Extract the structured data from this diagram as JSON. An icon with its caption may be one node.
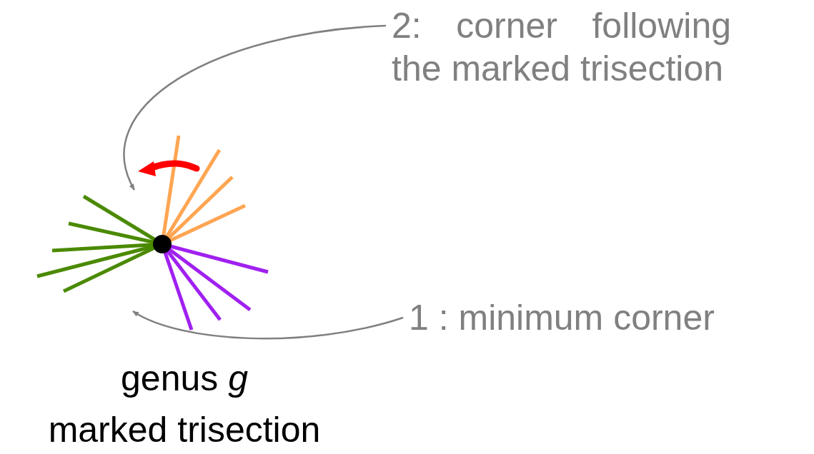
{
  "diagram": {
    "nodes": [
      {
        "text": [
          "2: corner following the marked trisection"
        ]
      },
      {
        "text": [
          "1 : minimum corner"
        ]
      }
    ],
    "edges": [
      {
        "from": 0,
        "to": null,
        "arrow": "to"
      },
      {
        "from": 1,
        "to": null,
        "arrow": "to"
      }
    ],
    "labels": [
      "genus *g*",
      "marked trisection"
    ]
  }
}
